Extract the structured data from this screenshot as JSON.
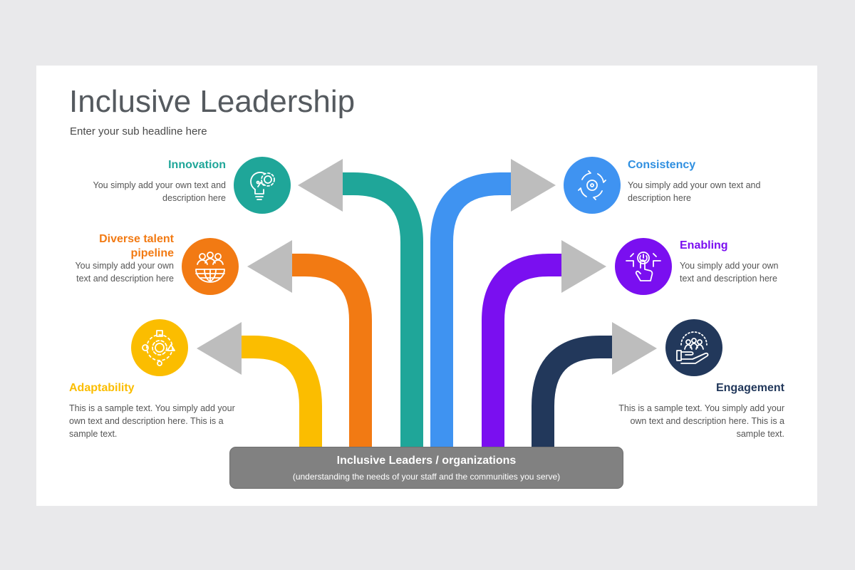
{
  "title": "Inclusive Leadership",
  "subtitle": "Enter your sub headline here",
  "colors": {
    "teal": "#1fa699",
    "orange": "#f27a13",
    "yellow": "#fbbd00",
    "blue": "#3f93f1",
    "purple": "#7a0ff0",
    "navy": "#22385b",
    "arrow_gray": "#bdbdbd",
    "base_gray": "#818181"
  },
  "items": {
    "innovation": {
      "heading": "Innovation",
      "line1": "You simply add your own text and",
      "line2": "description here",
      "icon": "lightbulb-gear-icon"
    },
    "diverse": {
      "heading_line1": "Diverse talent",
      "heading_line2": "pipeline",
      "line1": "You simply add your own",
      "line2": "text and description here",
      "icon": "globe-people-icon"
    },
    "adaptability": {
      "heading": "Adaptability",
      "line1": "This is a sample text. You simply add your",
      "line2": "own text and description  here. This is a",
      "line3": "sample text.",
      "icon": "shapes-gear-icon"
    },
    "consistency": {
      "heading": "Consistency",
      "line1": "You simply add your own text and",
      "line2": "description here",
      "icon": "cycle-target-icon"
    },
    "enabling": {
      "heading": "Enabling",
      "line1": "You simply add your own",
      "line2": "text and description here",
      "icon": "hand-power-button-icon"
    },
    "engagement": {
      "heading": "Engagement",
      "line1": "This is a sample text. You simply add your",
      "line2": "own text and description  here. This is a",
      "line3": "sample text.",
      "icon": "hand-team-icon"
    }
  },
  "base": {
    "title": "Inclusive Leaders / organizations",
    "subtitle": "(understanding the needs of your staff and the communities  you serve)"
  }
}
